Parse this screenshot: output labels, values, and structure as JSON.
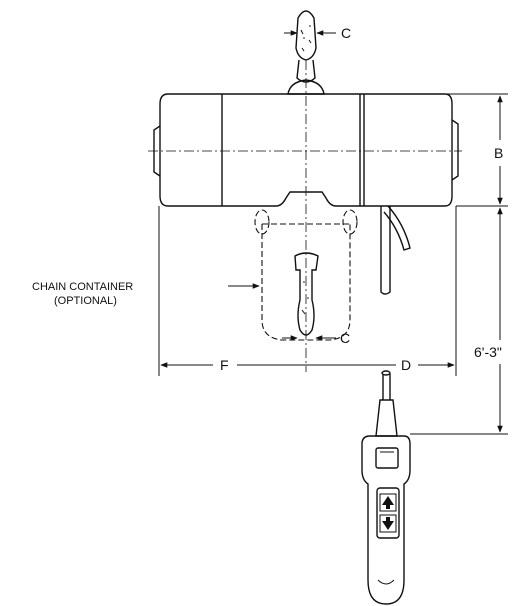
{
  "diagram": {
    "labels": {
      "c_top": "C",
      "b": "B",
      "chain_container_line1": "CHAIN CONTAINER",
      "chain_container_line2": "(OPTIONAL)",
      "c_bottom": "C",
      "f": "F",
      "d": "D",
      "height": "6'-3\""
    }
  }
}
